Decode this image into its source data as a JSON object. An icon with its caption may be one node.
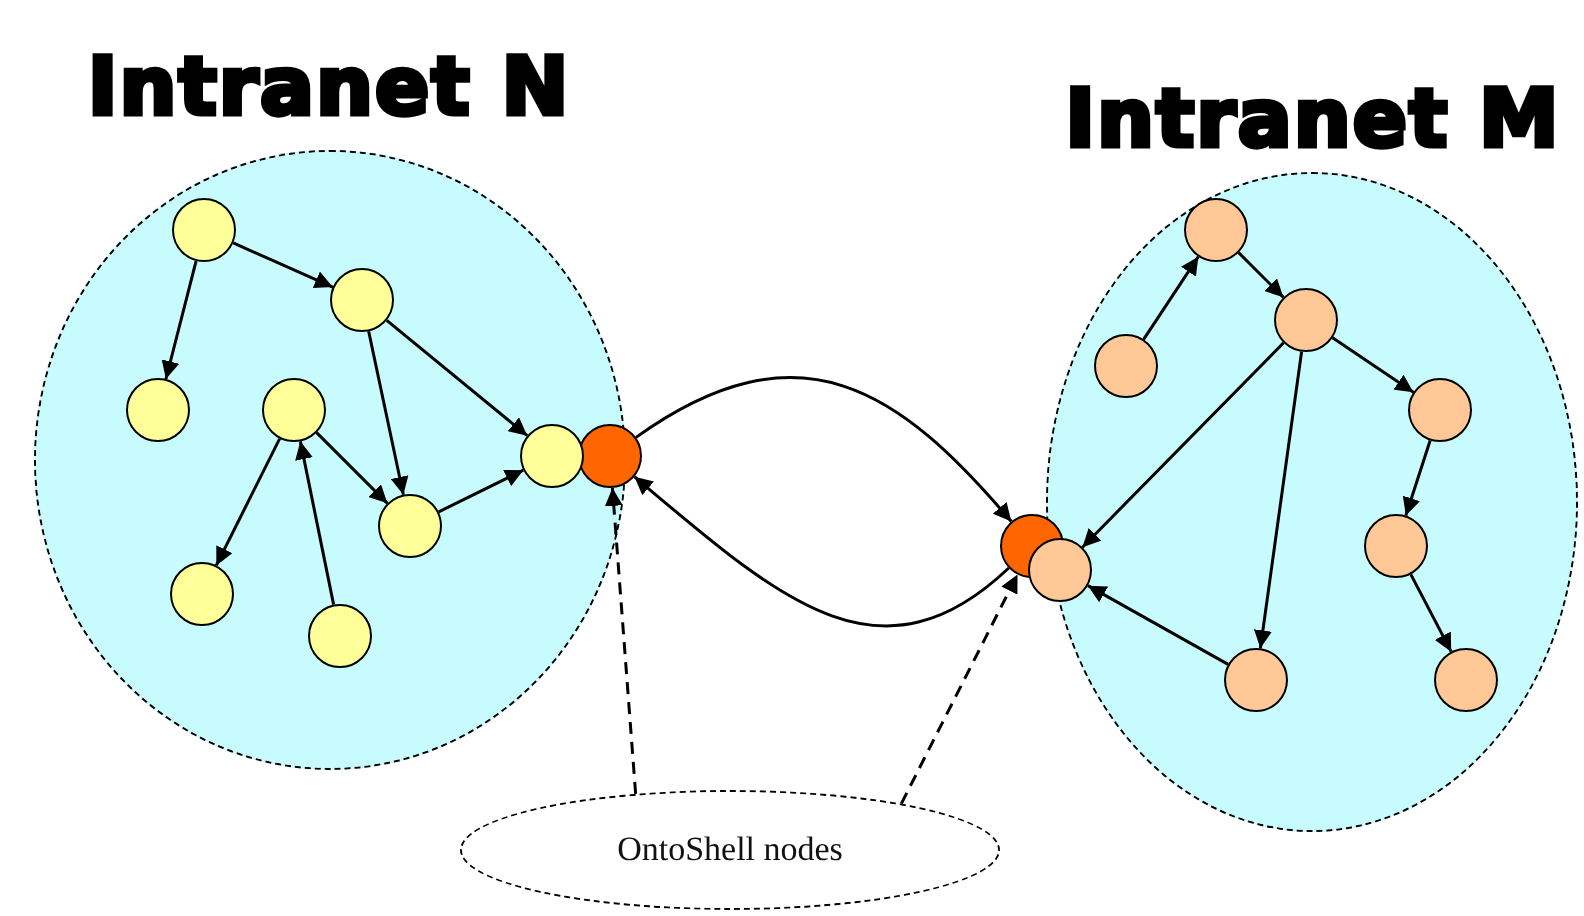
{
  "diagram": {
    "nodes": [
      {
        "text": [
          "Intranet N"
        ]
      },
      {
        "text": [],
        "shape": "circle",
        "in": 0
      },
      {
        "text": [],
        "shape": "circle",
        "in": 0
      },
      {
        "text": [],
        "shape": "circle",
        "in": 0
      },
      {
        "text": [],
        "shape": "circle",
        "in": 0
      },
      {
        "text": [],
        "shape": "circle",
        "in": 0
      },
      {
        "text": [],
        "shape": "circle",
        "in": 0
      },
      {
        "text": [],
        "shape": "circle",
        "in": 0
      },
      {
        "text": [],
        "shape": "circle",
        "in": 0
      },
      {
        "text": [],
        "shape": "circle"
      },
      {
        "text": [
          "Intranet M"
        ]
      },
      {
        "text": [],
        "shape": "circle",
        "in": 10
      },
      {
        "text": [],
        "shape": "circle",
        "in": 10
      },
      {
        "text": [],
        "shape": "circle",
        "in": 10
      },
      {
        "text": [],
        "shape": "circle",
        "in": 10
      },
      {
        "text": [],
        "shape": "circle",
        "in": 10
      },
      {
        "text": [],
        "shape": "circle",
        "in": 10
      },
      {
        "text": [],
        "shape": "circle",
        "in": 10
      },
      {
        "text": [],
        "shape": "circle",
        "in": 10
      },
      {
        "text": [],
        "shape": "circle"
      },
      {
        "text": [
          "OntoShell nodes"
        ]
      }
    ],
    "edges": [
      {
        "from": 1,
        "to": 2,
        "arrow": "to"
      },
      {
        "from": 1,
        "to": 3,
        "arrow": "to"
      },
      {
        "from": 2,
        "to": 5,
        "arrow": "to"
      },
      {
        "from": 2,
        "to": 6,
        "arrow": "to"
      },
      {
        "from": 4,
        "to": 6,
        "arrow": "to"
      },
      {
        "from": 4,
        "to": 7,
        "arrow": "to"
      },
      {
        "from": 8,
        "to": 4,
        "arrow": "to"
      },
      {
        "from": 6,
        "to": 5,
        "arrow": "to"
      },
      {
        "from": 13,
        "to": 11,
        "arrow": "to"
      },
      {
        "from": 11,
        "to": 12,
        "arrow": "to"
      },
      {
        "from": 12,
        "to": 16,
        "arrow": "to"
      },
      {
        "from": 12,
        "to": 17,
        "arrow": "to"
      },
      {
        "from": 12,
        "to": 14,
        "arrow": "to"
      },
      {
        "from": 14,
        "to": 15,
        "arrow": "to"
      },
      {
        "from": 15,
        "to": 18,
        "arrow": "to"
      },
      {
        "from": 17,
        "to": 16,
        "arrow": "to"
      },
      {
        "from": 9,
        "to": 19,
        "arrow": "to"
      },
      {
        "from": 19,
        "to": 9,
        "arrow": "to"
      },
      {
        "from": 20,
        "to": 9,
        "arrow": "to",
        "style": "dashed"
      },
      {
        "from": 20,
        "to": 19,
        "arrow": "to",
        "style": "dashed"
      }
    ]
  }
}
